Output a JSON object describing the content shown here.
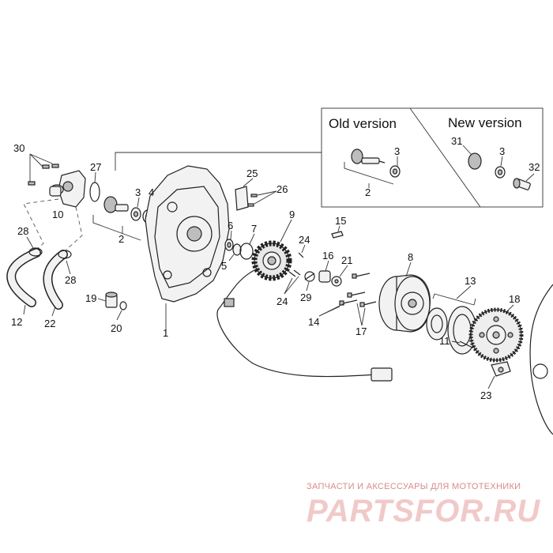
{
  "diagram": {
    "inset_old_title": "Old version",
    "inset_new_title": "New version",
    "labels": {
      "n1": "1",
      "n2": "2",
      "n2b": "2",
      "n3": "3",
      "n3b": "3",
      "n3c": "3",
      "n4": "4",
      "n5": "5",
      "n6": "6",
      "n7": "7",
      "n8": "8",
      "n9": "9",
      "n10": "10",
      "n11": "11",
      "n12": "12",
      "n13": "13",
      "n14": "14",
      "n15": "15",
      "n16": "16",
      "n17": "17",
      "n18": "18",
      "n19": "19",
      "n20": "20",
      "n21": "21",
      "n22": "22",
      "n23": "23",
      "n24": "24",
      "n24b": "24",
      "n25": "25",
      "n26": "26",
      "n27": "27",
      "n28": "28",
      "n28b": "28",
      "n29": "29",
      "n30": "30",
      "n31": "31",
      "n32": "32"
    }
  },
  "watermark": {
    "tagline": "ЗАПЧАСТИ И АКСЕССУАРЫ ДЛЯ МОТОТЕХНИКИ",
    "brand": "PARTSFOR.RU"
  }
}
